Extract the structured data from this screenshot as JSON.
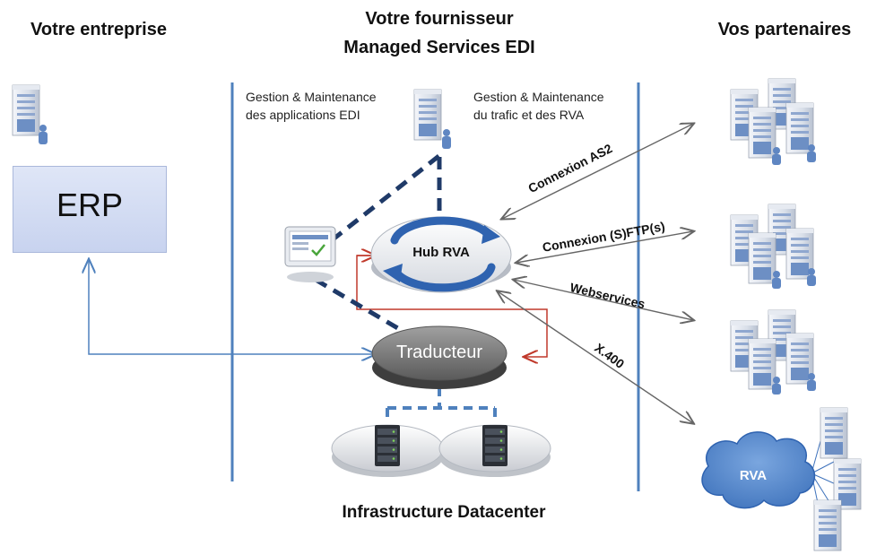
{
  "headers": {
    "left": "Votre entreprise",
    "center_line1": "Votre fournisseur",
    "center_line2": "Managed Services EDI",
    "right": "Vos partenaires"
  },
  "descriptions": {
    "apps_line1": "Gestion & Maintenance",
    "apps_line2": "des applications EDI",
    "traffic_line1": "Gestion & Maintenance",
    "traffic_line2": "du trafic et des RVA"
  },
  "components": {
    "erp": "ERP",
    "hub": "Hub RVA",
    "translator": "Traducteur",
    "network": "RVA",
    "datacenter": "Infrastructure Datacenter"
  },
  "connections": [
    {
      "label": "Connexion AS2"
    },
    {
      "label": "Connexion (S)FTP(s)"
    },
    {
      "label": "Webservices"
    },
    {
      "label": "X.400"
    }
  ],
  "colors": {
    "dashed_link": "#1f3a68",
    "blue_line": "#4f81bd",
    "red_line": "#c0392b",
    "gray_arrow": "#666666",
    "network_cloud": "#5b8fd1"
  }
}
